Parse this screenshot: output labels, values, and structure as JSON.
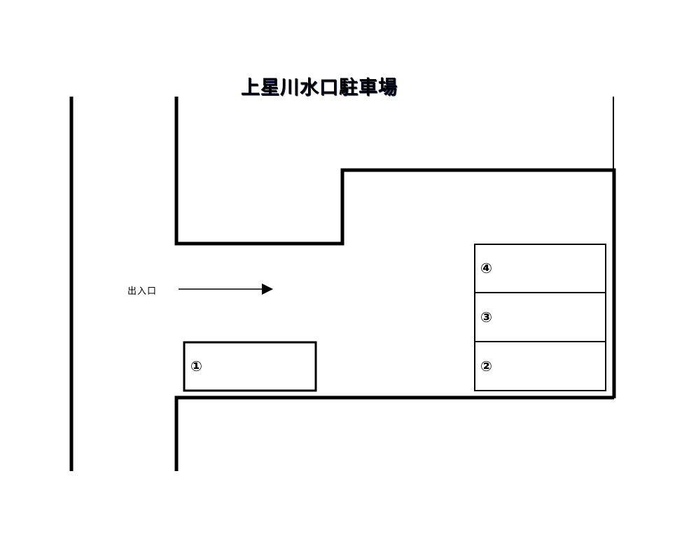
{
  "title": "上星川水口駐車場",
  "entrance": {
    "label": "出入口",
    "arrow_direction": "right"
  },
  "parking_spaces": [
    {
      "id": 1,
      "label": "①"
    },
    {
      "id": 2,
      "label": "②"
    },
    {
      "id": 3,
      "label": "③"
    },
    {
      "id": 4,
      "label": "④"
    }
  ],
  "colors": {
    "line": "#000000",
    "background": "#ffffff"
  }
}
